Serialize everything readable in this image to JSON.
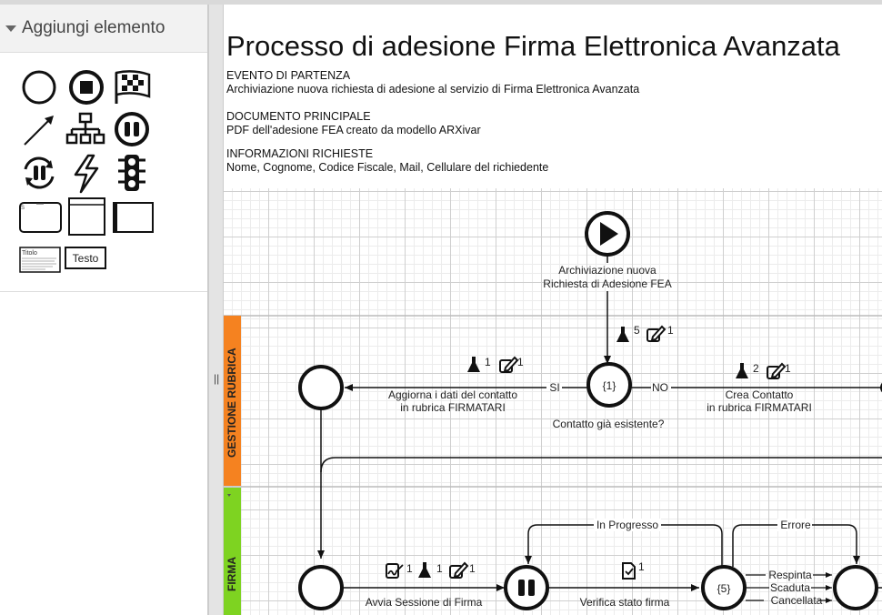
{
  "sidebar": {
    "title": "Aggiungi elemento",
    "text_tool_label": "Testo",
    "note_tool_title": "Titolo",
    "splitter_grip": "||"
  },
  "process": {
    "title": "Processo di adesione Firma Elettronica Avanzata",
    "sections": [
      {
        "heading": "EVENTO DI PARTENZA",
        "text": "Archiviazione nuova richiesta di adesione al servizio di Firma Elettronica Avanzata"
      },
      {
        "heading": "DOCUMENTO PRINCIPALE",
        "text": "PDF dell'adesione FEA creato da modello ARXivar"
      },
      {
        "heading": "INFORMAZIONI RICHIESTE",
        "text": "Nome, Cognome, Codice Fiscale, Mail, Cellulare del richiedente"
      }
    ]
  },
  "lanes": {
    "gestione": {
      "label": "GESTIONE RUBRICA",
      "color": "#f58220"
    },
    "firma": {
      "label": "FIRMA",
      "color": "#7ed321"
    }
  },
  "diagram": {
    "start": {
      "label_line1": "Archiviazione nuova",
      "label_line2": "Richiesta di Adesione FEA",
      "flask_count": "5",
      "edit_count": "1"
    },
    "gateway1": {
      "text": "{1}",
      "label": "Contatto già esistente?"
    },
    "si_label": "SI",
    "no_label": "NO",
    "aggiorna": {
      "line1": "Aggiorna i dati del contatto",
      "line2": "in rubrica FIRMATARI",
      "flask_count": "1",
      "edit_count": "1"
    },
    "crea": {
      "line1": "Crea Contatto",
      "line2": "in rubrica FIRMATARI",
      "flask_count": "2",
      "edit_count": "1"
    },
    "avvia": {
      "label": "Avvia Sessione di Firma",
      "sign_count": "1",
      "flask_count": "1",
      "edit_count": "1"
    },
    "verifica": {
      "label": "Verifica stato firma",
      "check_count": "1"
    },
    "gateway5": {
      "text": "{5}"
    },
    "in_progresso": "In Progresso",
    "errore": "Errore",
    "respinta": "Respinta",
    "scaduta": "Scaduta",
    "cancellata": "Cancellata"
  },
  "colors": {
    "stroke": "#111111",
    "lane_border": "#bbbbbb"
  }
}
